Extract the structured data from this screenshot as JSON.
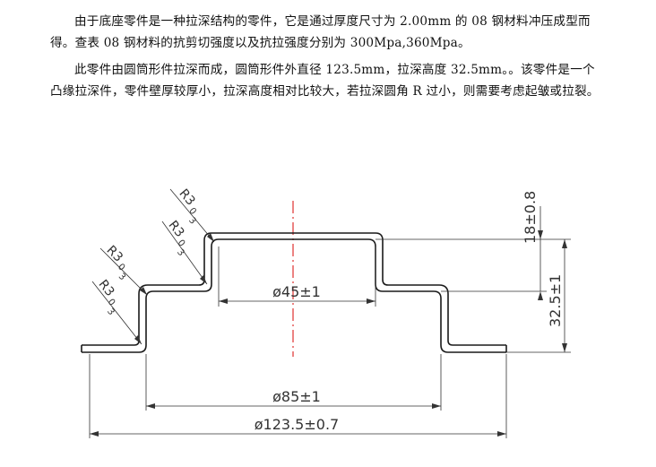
{
  "text": {
    "paragraph1": "由于底座零件是一种拉深结构的零件，它是通过厚度尺寸为 2.00mm 的 08 钢材料冲压成型而得。查表 08 钢材料的抗剪切强度以及抗拉强度分别为 300Mpa,360Mpa。",
    "paragraph2": "此零件由圆筒形件拉深而成，圆筒形件外直径 123.5mm，拉深高度 32.5mm。。该零件是一个凸缘拉深件，零件壁厚较厚小，拉深高度相对比较大，若拉深圆角 R 过小，则需要考虑起皱或拉裂。"
  },
  "drawing": {
    "dimensions": {
      "dia_inner_top": "ø45±1",
      "dia_step": "ø85±1",
      "dia_outer": "ø123.5±0.7",
      "height_top": "18±0.8",
      "height_total": "32.5±1"
    },
    "radius_labels": [
      {
        "main": "R3",
        "sub": "0",
        "sup": "3"
      },
      {
        "main": "R3",
        "sub": "0",
        "sup": "3"
      },
      {
        "main": "R3",
        "sub": "0",
        "sup": "3"
      },
      {
        "main": "R3",
        "sub": "0",
        "sup": "3"
      }
    ],
    "colors": {
      "outline": "#1a1a1a",
      "centerline": "#e0312f",
      "dimension": "#333333"
    }
  }
}
